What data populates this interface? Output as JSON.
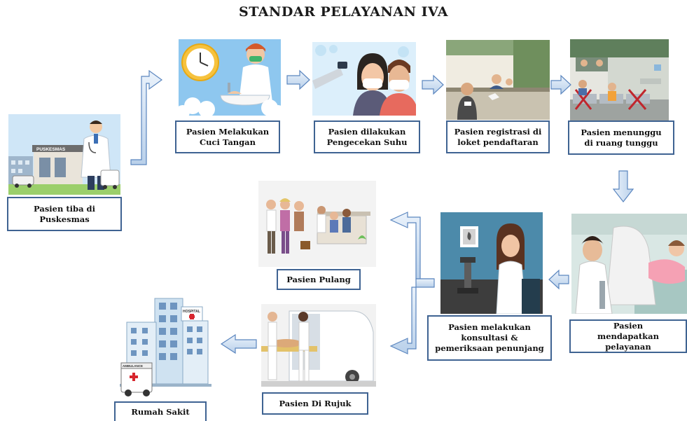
{
  "title": "STANDAR PELAYANAN IVA",
  "steps": [
    {
      "lines": [
        "Pasien tiba di",
        "Puskesmas"
      ]
    },
    {
      "lines": [
        "Pasien Melakukan",
        "Cuci Tangan"
      ]
    },
    {
      "lines": [
        "Pasien dilakukan",
        "Pengecekan Suhu"
      ]
    },
    {
      "lines": [
        "Pasien registrasi di",
        "loket pendaftaran"
      ]
    },
    {
      "lines": [
        "Pasien menunggu",
        "di ruang tunggu"
      ]
    },
    {
      "lines": [
        "Pasien",
        "mendapatkan pelayanan"
      ]
    },
    {
      "lines": [
        "Pasien melakukan",
        "konsultasi &",
        "pemeriksaan penunjang"
      ]
    },
    {
      "lines": [
        "Pasien Pulang"
      ]
    },
    {
      "lines": [
        "Pasien Di Rujuk"
      ]
    },
    {
      "lines": [
        "Rumah Sakit"
      ]
    }
  ],
  "image_text": {
    "puskesmas_sign": "PUSKESMAS",
    "hospital_sign": "HOSPITAL",
    "ambulance_sign": "AMBULANCE"
  }
}
